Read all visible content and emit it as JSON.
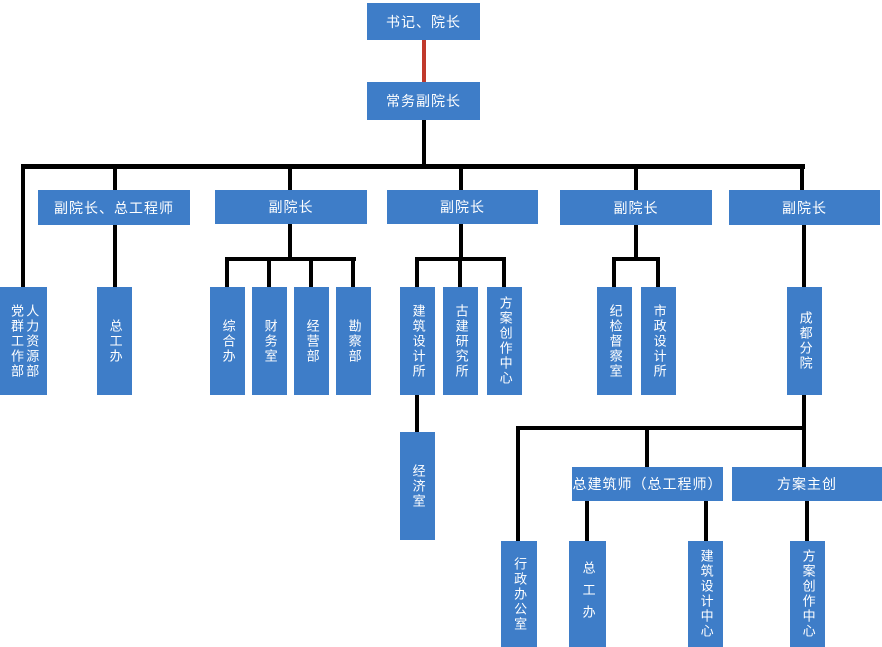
{
  "diagram": {
    "type": "org-chart",
    "colors": {
      "node_fill": "#3e7dc8",
      "node_text": "#ffffff",
      "connector": "#000000",
      "root_connector_red": "#c0392b",
      "background": "#ffffff"
    },
    "nodes": {
      "secretary_president": {
        "label": "书记、院长"
      },
      "executive_vice_president": {
        "label": "常务副院长"
      },
      "vice_president_chief_engineer": {
        "label": "副院长、总工程师"
      },
      "vice_president_1": {
        "label": "副院长"
      },
      "vice_president_2": {
        "label": "副院长"
      },
      "vice_president_3": {
        "label": "副院长"
      },
      "vice_president_4": {
        "label": "副院长"
      },
      "party_mass_work_dept": {
        "label": "党群工作部"
      },
      "hr_dept": {
        "label": "人力资源部"
      },
      "chief_engineer_office": {
        "label": "总工办"
      },
      "general_affairs_office": {
        "label": "综合办"
      },
      "finance_office": {
        "label": "财务室"
      },
      "business_dept": {
        "label": "经营部"
      },
      "survey_dept": {
        "label": "勘察部"
      },
      "architectural_design_institute": {
        "label": "建筑设计所"
      },
      "ancient_building_research_institute": {
        "label": "古建研究所"
      },
      "scheme_creation_center": {
        "label": "方案创作中心"
      },
      "economy_office": {
        "label": "经济室"
      },
      "discipline_inspection_office": {
        "label": "纪检督察室"
      },
      "municipal_design_institute": {
        "label": "市政设计所"
      },
      "chengdu_branch": {
        "label": "成都分院"
      },
      "chief_architect": {
        "label": "总建筑师（总工程师）"
      },
      "scheme_lead": {
        "label": "方案主创"
      },
      "admin_office": {
        "label": "行政办公室"
      },
      "chief_engineer_office_branch": {
        "label": "总工办"
      },
      "architectural_design_center": {
        "label": "建筑设计中心"
      },
      "scheme_creation_center_branch": {
        "label": "方案创作中心"
      }
    },
    "edges": [
      {
        "from": "secretary_president",
        "to": "executive_vice_president",
        "style": "red"
      },
      {
        "from": "executive_vice_president",
        "to": "party_mass_work_dept_hr_dept"
      },
      {
        "from": "executive_vice_president",
        "to": "vice_president_chief_engineer"
      },
      {
        "from": "executive_vice_president",
        "to": "vice_president_1"
      },
      {
        "from": "executive_vice_president",
        "to": "vice_president_2"
      },
      {
        "from": "executive_vice_president",
        "to": "vice_president_3"
      },
      {
        "from": "executive_vice_president",
        "to": "vice_president_4"
      },
      {
        "from": "vice_president_chief_engineer",
        "to": "chief_engineer_office"
      },
      {
        "from": "vice_president_1",
        "to": "general_affairs_office"
      },
      {
        "from": "vice_president_1",
        "to": "finance_office"
      },
      {
        "from": "vice_president_1",
        "to": "business_dept"
      },
      {
        "from": "vice_president_1",
        "to": "survey_dept"
      },
      {
        "from": "vice_president_2",
        "to": "architectural_design_institute"
      },
      {
        "from": "vice_president_2",
        "to": "ancient_building_research_institute"
      },
      {
        "from": "vice_president_2",
        "to": "scheme_creation_center"
      },
      {
        "from": "architectural_design_institute",
        "to": "economy_office"
      },
      {
        "from": "vice_president_3",
        "to": "discipline_inspection_office"
      },
      {
        "from": "vice_president_3",
        "to": "municipal_design_institute"
      },
      {
        "from": "vice_president_4",
        "to": "chengdu_branch"
      },
      {
        "from": "chengdu_branch",
        "to": "admin_office"
      },
      {
        "from": "chengdu_branch",
        "to": "chief_architect"
      },
      {
        "from": "chengdu_branch",
        "to": "scheme_lead"
      },
      {
        "from": "chief_architect",
        "to": "chief_engineer_office_branch"
      },
      {
        "from": "chief_architect",
        "to": "architectural_design_center"
      },
      {
        "from": "scheme_lead",
        "to": "scheme_creation_center_branch"
      }
    ]
  }
}
